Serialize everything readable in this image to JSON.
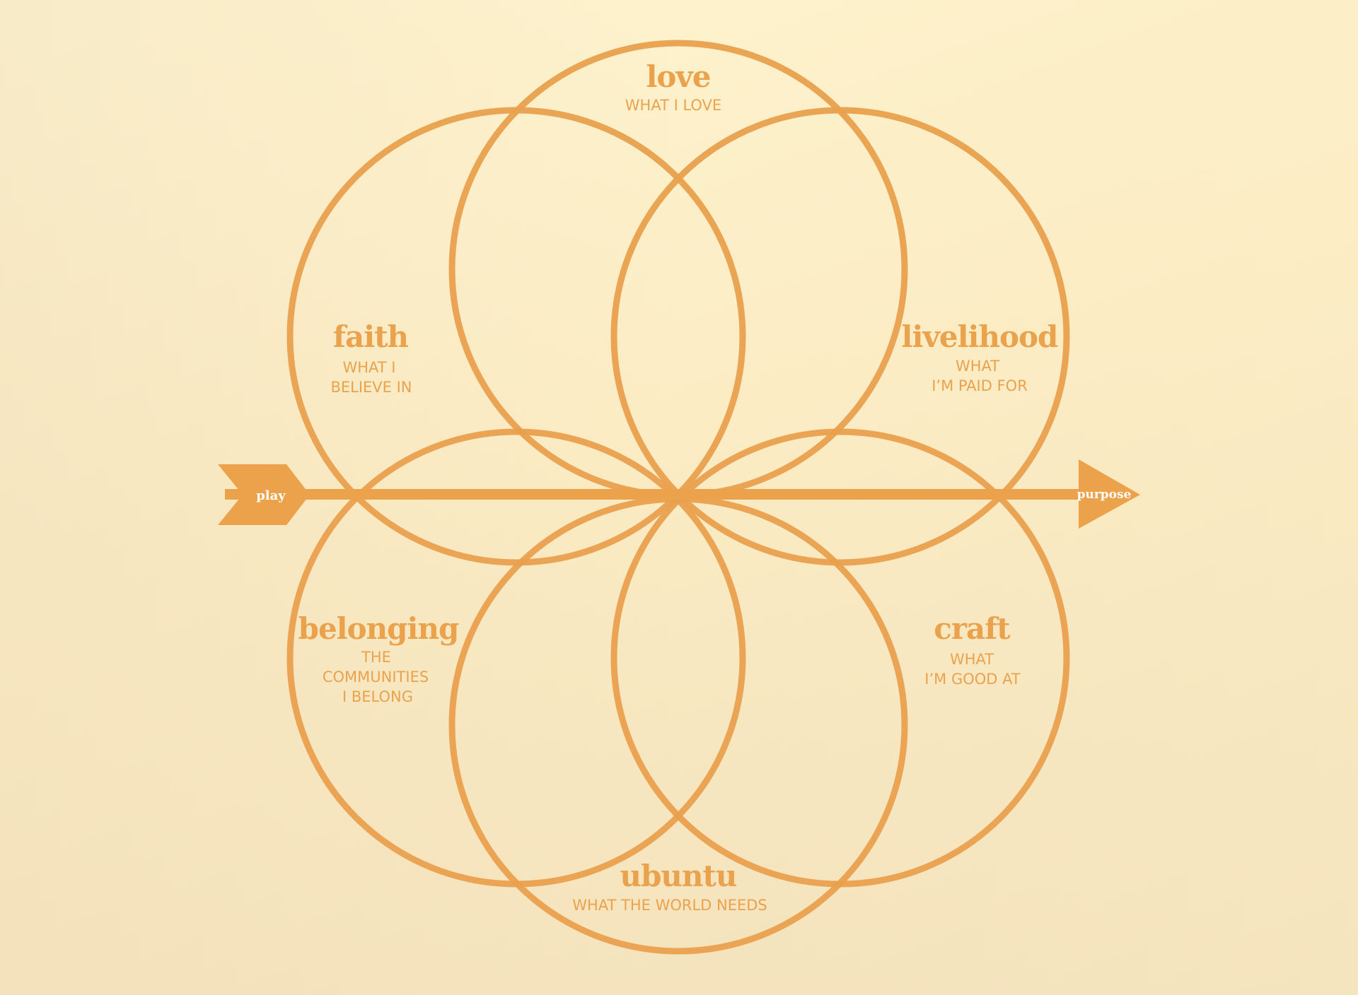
{
  "diagram": {
    "arrow": {
      "start_label": "play",
      "end_label": "purpose"
    },
    "circles": [
      {
        "title": "love",
        "subtitle": [
          "WHAT I LOVE"
        ]
      },
      {
        "title": "faith",
        "subtitle": [
          "WHAT I",
          "BELIEVE IN"
        ]
      },
      {
        "title": "livelihood",
        "subtitle": [
          "WHAT",
          "I’M PAID FOR"
        ]
      },
      {
        "title": "belonging",
        "subtitle": [
          "THE",
          "COMMUNITIES",
          "I BELONG"
        ]
      },
      {
        "title": "craft",
        "subtitle": [
          "WHAT",
          "I’M GOOD AT"
        ]
      },
      {
        "title": "ubuntu",
        "subtitle": [
          "WHAT THE WORLD NEEDS"
        ]
      }
    ]
  },
  "colors": {
    "accent": "#eba24c",
    "background_top": "#fff6d2",
    "background_bottom": "#f1dfba"
  }
}
